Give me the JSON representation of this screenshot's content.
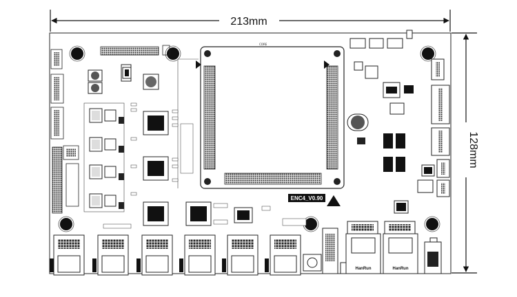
{
  "dimensions": {
    "width_label": "213mm",
    "height_label": "128mm"
  },
  "board": {
    "version_label": "ENC4_V0.90",
    "core_label": "CORE",
    "rj45_labels": [
      "HanRun",
      "HanRun"
    ]
  }
}
